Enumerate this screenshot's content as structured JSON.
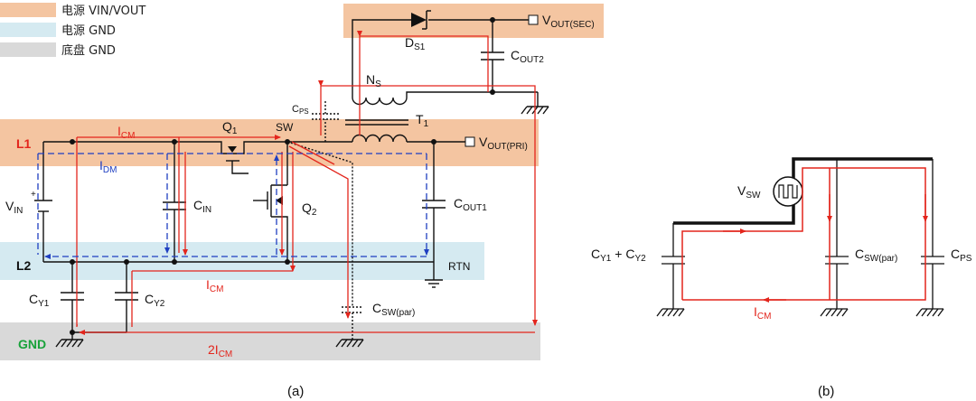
{
  "legend": [
    {
      "label": "电源 VIN/VOUT",
      "color": "#f4c5a1"
    },
    {
      "label": "电源 GND",
      "color": "#d5eaf1"
    },
    {
      "label": "底盘 GND",
      "color": "#d9d9d9"
    }
  ],
  "colors": {
    "current_red": "#e3251c",
    "current_blue": "#1f3fc1",
    "gnd_green": "#18a23a"
  },
  "diagram_a": {
    "caption": "(a)",
    "rails": {
      "l1": "L1",
      "l2": "L2",
      "gnd": "GND"
    },
    "labels": {
      "vin": "V",
      "vin_sub": "IN",
      "plus": "+",
      "icm_top": "I",
      "icm_top_sub": "CM",
      "idm": "I",
      "idm_sub": "DM",
      "q1": "Q",
      "q1_sub": "1",
      "sw": "SW",
      "q2": "Q",
      "q2_sub": "2",
      "cin": "C",
      "cin_sub": "IN",
      "cps": "C",
      "cps_sub": "PS",
      "ns": "N",
      "ns_sub": "S",
      "t1": "T",
      "t1_sub": "1",
      "ds1": "D",
      "ds1_sub": "S1",
      "vout_sec": "V",
      "vout_sec_sub": "OUT(SEC)",
      "cout2": "C",
      "cout2_sub": "OUT2",
      "vout_pri": "V",
      "vout_pri_sub": "OUT(PRI)",
      "cout1": "C",
      "cout1_sub": "OUT1",
      "rtn": "RTN",
      "cy1": "C",
      "cy1_sub": "Y1",
      "cy2": "C",
      "cy2_sub": "Y2",
      "icm_mid": "I",
      "icm_mid_sub": "CM",
      "csw": "C",
      "csw_sub": "SW(par)",
      "icm2": "2I",
      "icm2_sub": "CM"
    }
  },
  "diagram_b": {
    "caption": "(b)",
    "labels": {
      "vsw": "V",
      "vsw_sub": "SW",
      "cy_a": "C",
      "cy_a_sub": "Y1",
      "cy_plus": " + C",
      "cy_b_sub": "Y2",
      "csw": "C",
      "csw_sub": "SW(par)",
      "cps": "C",
      "cps_sub": "PS",
      "icm": "I",
      "icm_sub": "CM"
    }
  }
}
